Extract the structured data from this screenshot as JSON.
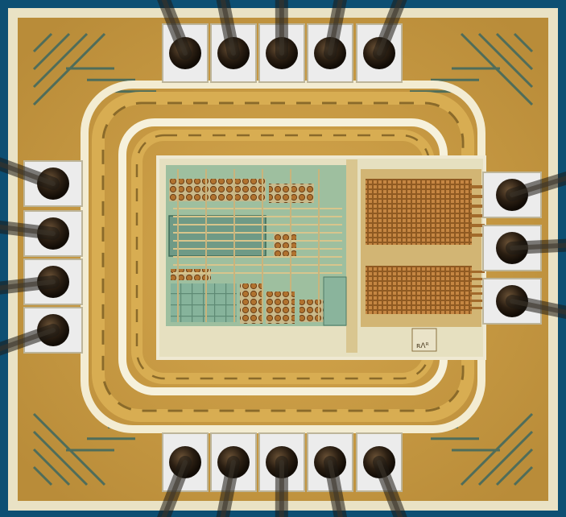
{
  "image": {
    "kind": "die-micrograph",
    "palette": {
      "background": "#0d4f73",
      "die_fill": "#c79a42",
      "metal_light": "#d8ad52",
      "metal_dark": "#8a6a2a",
      "pad_fill": "#ececec",
      "bond_ball": "#2a1e12",
      "wire": "#1e1a14",
      "core_bg": "#e6e0c0",
      "core_green": "#7aa88c",
      "core_cell": "#b77a3a",
      "grid_copper": "#b5752f",
      "trench": "#4f6d5a"
    },
    "pads": {
      "top_count": 5,
      "bottom_count": 5,
      "left_count": 4,
      "right_count": 3
    },
    "die_marker_text": "ʀΛᴿ"
  }
}
